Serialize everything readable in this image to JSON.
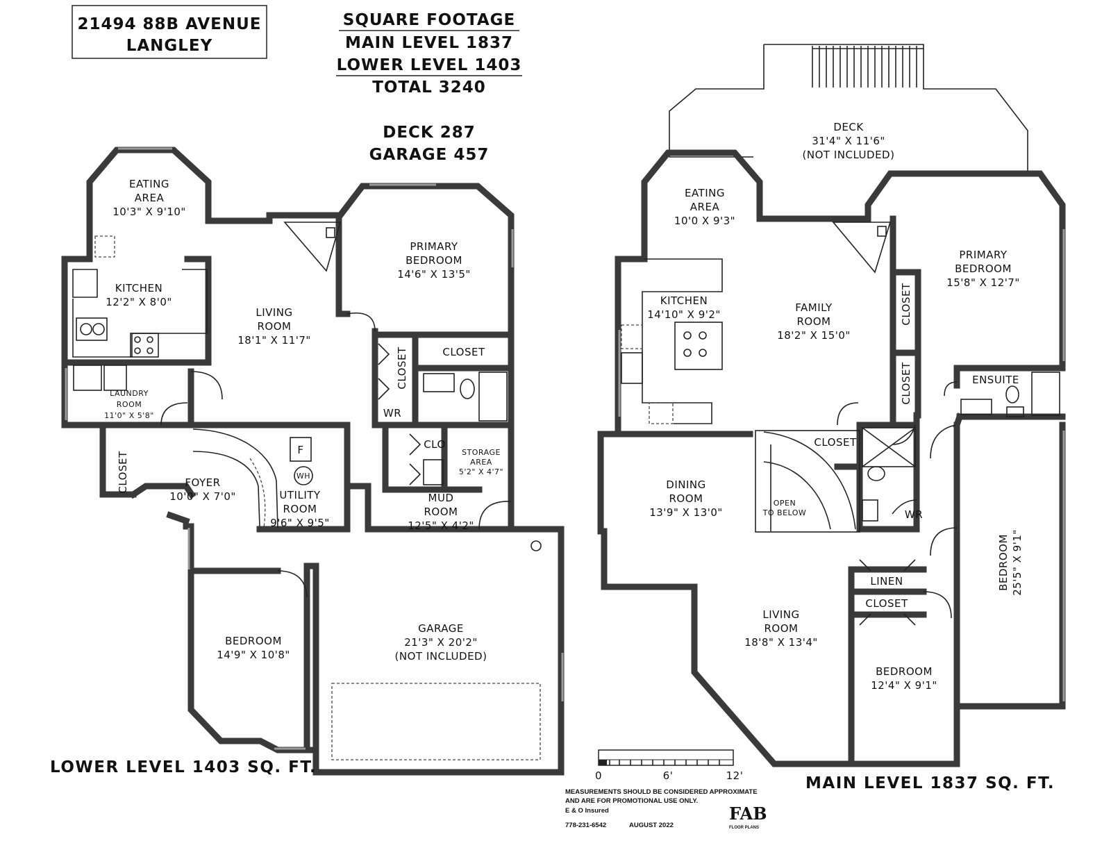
{
  "header": {
    "address_line1": "21494 88B AVENUE",
    "address_line2": "LANGLEY",
    "sq_title": "SQUARE FOOTAGE",
    "sq_main": "MAIN LEVEL 1837",
    "sq_lower": "LOWER LEVEL 1403",
    "sq_total": "TOTAL 3240",
    "deck": "DECK 287",
    "garage": "GARAGE 457"
  },
  "lower": {
    "caption": "LOWER LEVEL 1403 SQ. FT.",
    "eating": {
      "name1": "EATING",
      "name2": "AREA",
      "dims": "10'3\" X 9'10\""
    },
    "kitchen": {
      "name": "KITCHEN",
      "dims": "12'2\" X 8'0\""
    },
    "laundry": {
      "name1": "LAUNDRY",
      "name2": "ROOM",
      "dims": "11'0\" X 5'8\""
    },
    "living": {
      "name1": "LIVING",
      "name2": "ROOM",
      "dims": "18'1\" X 11'7\""
    },
    "primary": {
      "name1": "PRIMARY",
      "name2": "BEDROOM",
      "dims": "14'6\" X 13'5\""
    },
    "closet_big": "CLOSET",
    "closet_vert": "CLOSET",
    "closet_left": "CLOSET",
    "wr": "WR",
    "clo": "CLO",
    "storage": {
      "name1": "STORAGE",
      "name2": "AREA",
      "dims": "5'2\" X 4'7\""
    },
    "mud": {
      "name1": "MUD",
      "name2": "ROOM",
      "dims": "12'5\" X 4'2\""
    },
    "foyer": {
      "name": "FOYER",
      "dims": "10'0\" X 7'0\""
    },
    "utility": {
      "name1": "UTILITY",
      "name2": "ROOM",
      "dims": "9'6\" X 9'5\""
    },
    "furnace": "F",
    "water_heater": "WH",
    "bedroom": {
      "name": "BEDROOM",
      "dims": "14'9\" X 10'8\""
    },
    "garage": {
      "name": "GARAGE",
      "dims": "21'3\" X 20'2\"",
      "note": "(NOT INCLUDED)"
    }
  },
  "main": {
    "caption": "MAIN LEVEL 1837 SQ. FT.",
    "deck": {
      "name": "DECK",
      "dims": "31'4\" X 11'6\"",
      "note": "(NOT INCLUDED)"
    },
    "eating": {
      "name1": "EATING",
      "name2": "AREA",
      "dims": "10'0 X 9'3\""
    },
    "kitchen": {
      "name": "KITCHEN",
      "dims": "14'10\" X 9'2\""
    },
    "family": {
      "name1": "FAMILY",
      "name2": "ROOM",
      "dims": "18'2\" X 15'0\""
    },
    "primary": {
      "name1": "PRIMARY",
      "name2": "BEDROOM",
      "dims": "15'8\" X 12'7\""
    },
    "closet1": "CLOSET",
    "closet2": "CLOSET",
    "ensuite": "ENSUITE",
    "closet_stair": "CLOSET",
    "open1": "OPEN",
    "open2": "TO BELOW",
    "wr": "WR",
    "dining": {
      "name1": "DINING",
      "name2": "ROOM",
      "dims": "13'9\" X 13'0\""
    },
    "bedroom_right": {
      "name": "BEDROOM",
      "dims": "25'5\" X 9'1\""
    },
    "linen": "LINEN",
    "closet3": "CLOSET",
    "living": {
      "name1": "LIVING",
      "name2": "ROOM",
      "dims": "18'8\" X 13'4\""
    },
    "bedroom": {
      "name": "BEDROOM",
      "dims": "12'4\" X 9'1\""
    }
  },
  "scale": {
    "t0": "0",
    "t6": "6'",
    "t12": "12'"
  },
  "footer": {
    "note1": "MEASUREMENTS SHOULD BE CONSIDERED APPROXIMATE",
    "note2": "AND ARE FOR PROMOTIONAL USE ONLY.",
    "note3": "E & O Insured",
    "phone": "778-231-6542",
    "date": "AUGUST 2022",
    "logo": "FAB",
    "logo_sub": "FLOOR PLANS"
  }
}
